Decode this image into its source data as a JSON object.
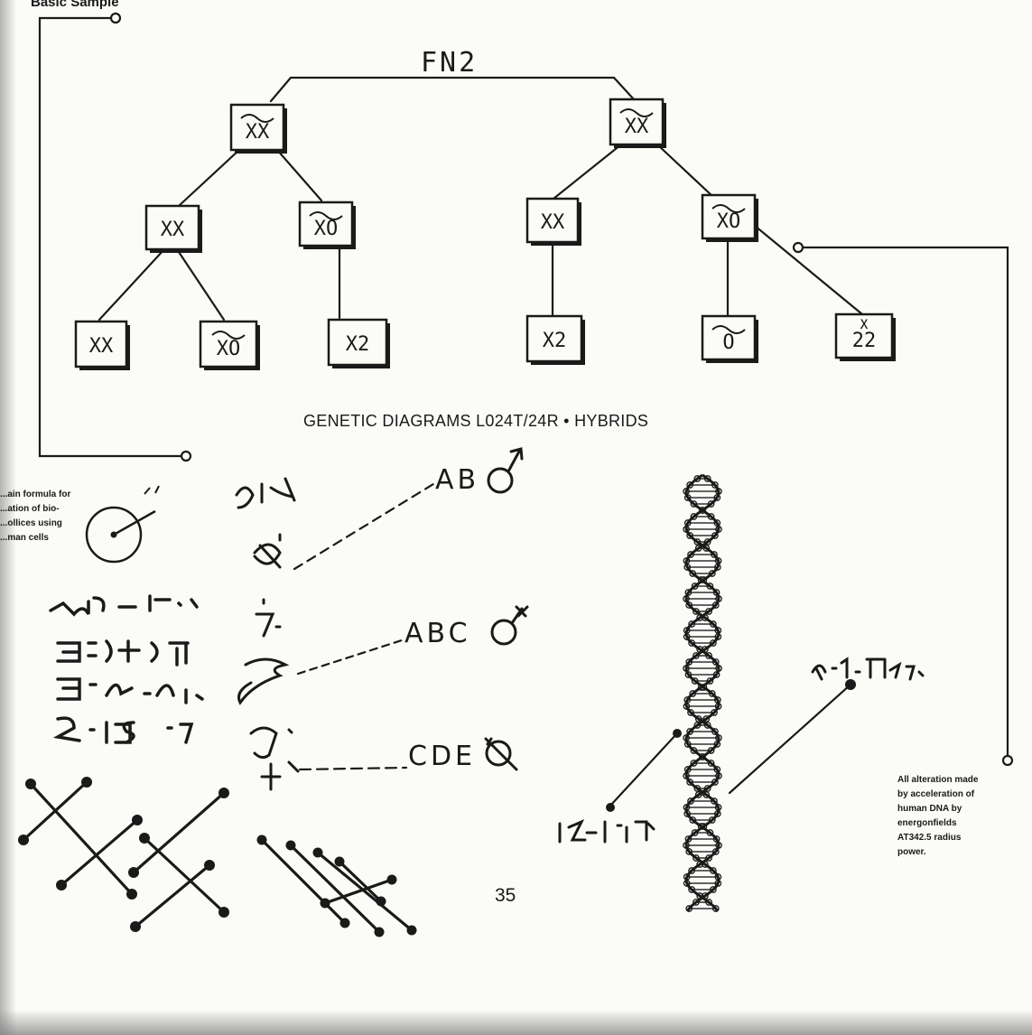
{
  "header_fragment": "Basic Sample",
  "tree": {
    "title": "FN2",
    "nodes": [
      {
        "id": "root-left",
        "label": "XX",
        "tilde": true
      },
      {
        "id": "root-right",
        "label": "XX",
        "tilde": true
      },
      {
        "id": "l1",
        "label": "XX",
        "tilde": false
      },
      {
        "id": "l2",
        "label": "XO",
        "tilde": true
      },
      {
        "id": "r1",
        "label": "XX",
        "tilde": false
      },
      {
        "id": "r2",
        "label": "XO",
        "tilde": true
      },
      {
        "id": "leaf1",
        "label": "XX",
        "tilde": false
      },
      {
        "id": "leaf2",
        "label": "XO",
        "tilde": true
      },
      {
        "id": "leaf3",
        "label": "X2",
        "tilde": false
      },
      {
        "id": "leaf4",
        "label": "X2",
        "tilde": false
      },
      {
        "id": "leaf5",
        "label": "O",
        "tilde": true
      },
      {
        "id": "leaf6",
        "label": "22",
        "tilde": false,
        "superscript": "X"
      }
    ]
  },
  "caption": "GENETIC DIAGRAMS L024T/24R • HYBRIDS",
  "hybrids": [
    {
      "label": "AB",
      "symbol": "male"
    },
    {
      "label": "ABC",
      "symbol": "male-variant"
    },
    {
      "label": "CDE",
      "symbol": "null"
    }
  ],
  "left_note": "...ain formula for ...ation of bio- ...ollices using ...man cells",
  "right_note": "All alteration made by acceleration of human DNA by energonfields AT342.5 radius power.",
  "page_number": "35"
}
